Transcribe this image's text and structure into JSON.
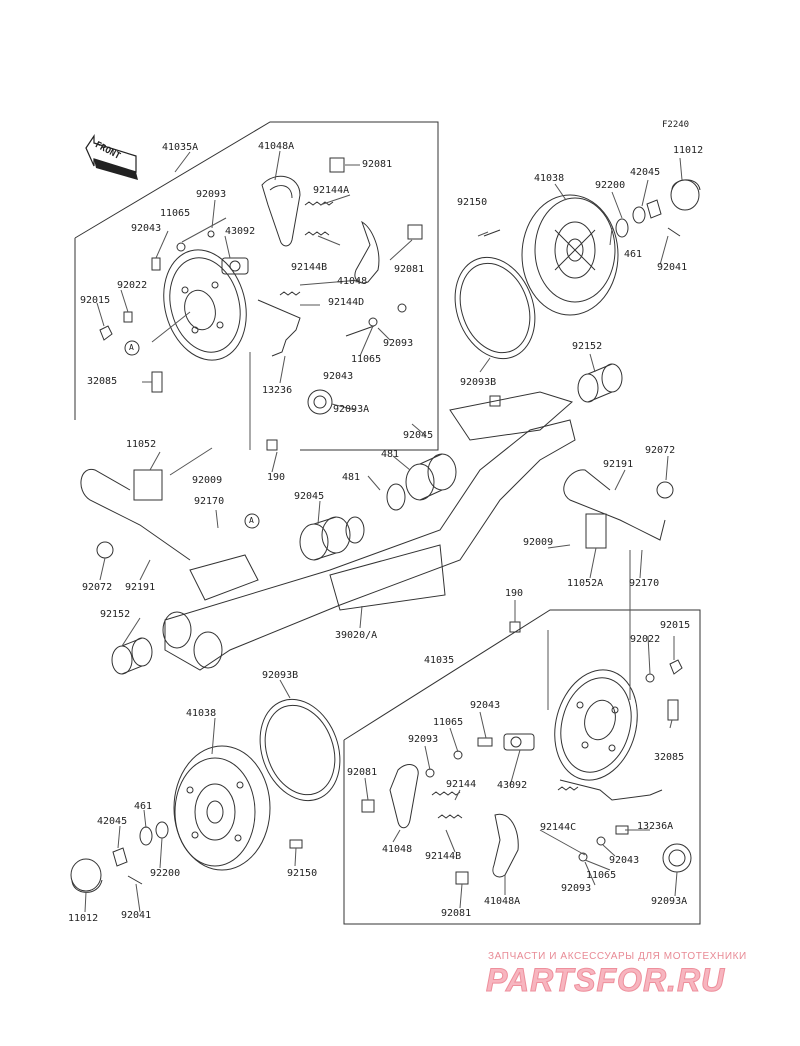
{
  "figure_code": "F2240",
  "front_label": "FRONT",
  "labels": {
    "l41035A": "41035A",
    "l41048A_top": "41048A",
    "l92081_top": "92081",
    "l92093_top": "92093",
    "l11065_top": "11065",
    "l92144A": "92144A",
    "l92043_top": "92043",
    "l43092_top": "43092",
    "l92144B_top": "92144B",
    "l92081_top2": "92081",
    "l92022_top": "92022",
    "l41048_top": "41048",
    "l92015_top": "92015",
    "l92144D": "92144D",
    "l92093_top2": "92093",
    "l11065_top2": "11065",
    "lA_top": "A",
    "l92043_top2": "92043",
    "l32085_top": "32085",
    "l13236": "13236",
    "l92093A_top": "92093A",
    "l92045_top": "92045",
    "l41038_top": "41038",
    "l92150_top": "92150",
    "l92200_top": "92200",
    "l42045_top": "42045",
    "l11012_top": "11012",
    "l461_top": "461",
    "l92041_top": "92041",
    "l92093B_top": "92093B",
    "l92152_top": "92152",
    "l11052": "11052",
    "l92009_left": "92009",
    "l190_top": "190",
    "l481_a": "481",
    "l481_b": "481",
    "l92170_left": "92170",
    "lA_mid": "A",
    "l92045_mid": "92045",
    "l92072_right": "92072",
    "l92191_right": "92191",
    "l92009_right": "92009",
    "l11052A": "11052A",
    "l92170_right": "92170",
    "l92072_left": "92072",
    "l92191_left": "92191",
    "l92152_left": "92152",
    "l39020A": "39020/A",
    "l190_mid": "190",
    "l92015_bot": "92015",
    "l92022_bot": "92022",
    "l41035": "41035",
    "l92093B_bot": "92093B",
    "l92043_bot": "92043",
    "l41038_bot": "41038",
    "l11065_bot": "11065",
    "l92093_bot": "92093",
    "l32085_bot": "32085",
    "l92081_bot": "92081",
    "l92144": "92144",
    "l43092_bot": "43092",
    "l461_bot": "461",
    "l42045_bot": "42045",
    "l41048_bot": "41048",
    "l92144B_bot": "92144B",
    "l92144C": "92144C",
    "l13236A": "13236A",
    "l92043_bot2": "92043",
    "l92200_bot": "92200",
    "l92150_bot": "92150",
    "l11065_bot2": "11065",
    "l11012_bot": "11012",
    "l92041_bot": "92041",
    "l92093_bot2": "92093",
    "l92093A_bot": "92093A",
    "l92081_bot2": "92081",
    "l41048A_bot": "41048A"
  },
  "watermark": {
    "tagline": "ЗАПЧАСТИ И АКСЕССУАРЫ ДЛЯ МОТОТЕХНИКИ",
    "logo": "PARTSFOR.RU"
  },
  "colors": {
    "line": "#333333",
    "watermark": "#f7b5bf"
  }
}
